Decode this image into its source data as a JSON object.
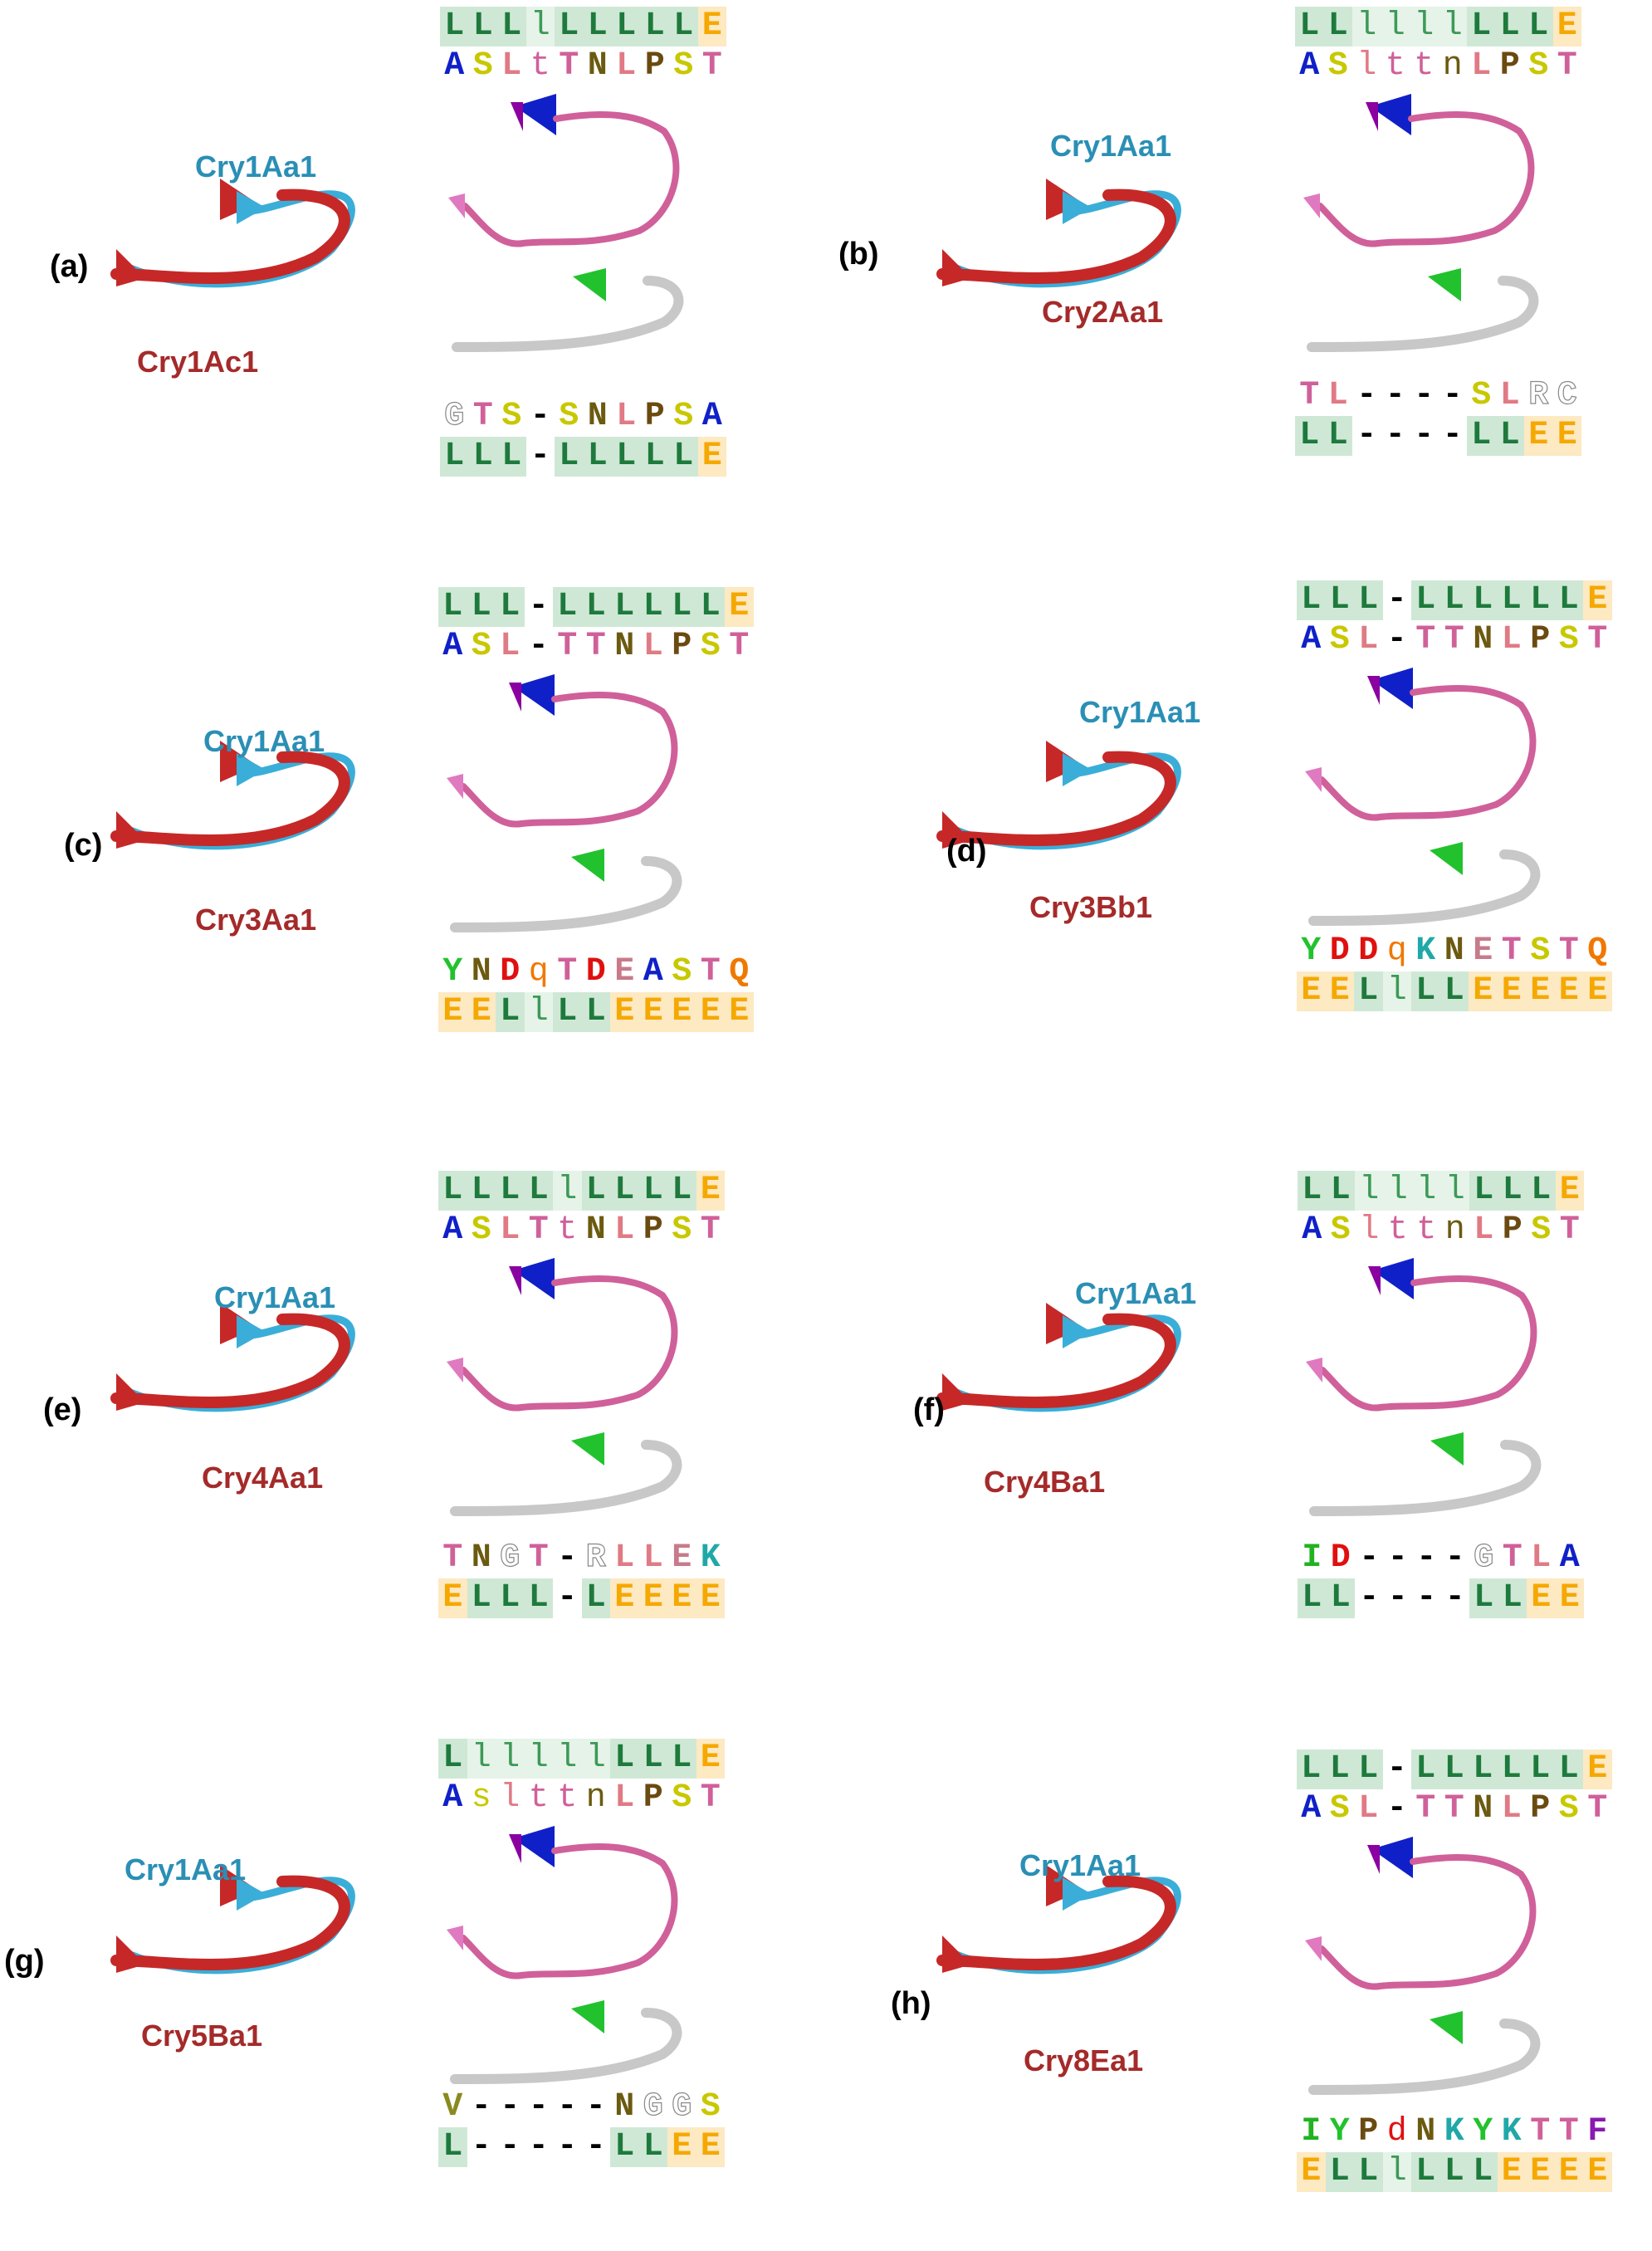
{
  "panels": [
    {
      "id": "a",
      "label": "(a)",
      "ref": "Cry1Aa1",
      "target": "Cry1Ac1",
      "top_ss": "LLLlLLLLLE",
      "top_aa": "ASLtTNLPST",
      "bot_aa": "GTS-SNLPSA",
      "bot_ss": "LLL-LLLLLE"
    },
    {
      "id": "b",
      "label": "(b)",
      "ref": "Cry1Aa1",
      "target": "Cry2Aa1",
      "top_ss": "LLllllLLLE",
      "top_aa": "ASlttnLPST",
      "bot_aa": "TL----SLRC",
      "bot_ss": "LL----LLEE"
    },
    {
      "id": "c",
      "label": "(c)",
      "ref": "Cry1Aa1",
      "target": "Cry3Aa1",
      "top_ss": "LLL-LLLLLLE",
      "top_aa": "ASL-TTNLPST",
      "bot_aa": "YNDqTDEASTQ",
      "bot_ss": "EELlLLEEEEE"
    },
    {
      "id": "d",
      "label": "(d)",
      "ref": "Cry1Aa1",
      "target": "Cry3Bb1",
      "top_ss": "LLL-LLLLLLE",
      "top_aa": "ASL-TTNLPST",
      "bot_aa": "YDDqKNETSTQ",
      "bot_ss": "EELlLLEEEEE"
    },
    {
      "id": "e",
      "label": "(e)",
      "ref": "Cry1Aa1",
      "target": "Cry4Aa1",
      "top_ss": "LLLLlLLLLE",
      "top_aa": "ASLTtNLPST",
      "bot_aa": "TNGT-RLLEK",
      "bot_ss": "ELLL-LEEEE"
    },
    {
      "id": "f",
      "label": "(f)",
      "ref": "Cry1Aa1",
      "target": "Cry4Ba1",
      "top_ss": "LLllllLLLE",
      "top_aa": "ASlttnLPST",
      "bot_aa": "ID----GTLA",
      "bot_ss": "LL----LLEE"
    },
    {
      "id": "g",
      "label": "(g)",
      "ref": "Cry1Aa1",
      "target": "Cry5Ba1",
      "top_ss": "LlllllLLLE",
      "top_aa": "AslttnLPST",
      "bot_aa": "V-----NGGS",
      "bot_ss": "L-----LLEE"
    },
    {
      "id": "h",
      "label": "(h)",
      "ref": "Cry1Aa1",
      "target": "Cry8Ea1",
      "top_ss": "LLL-LLLLLLE",
      "top_aa": "ASL-TTNLPST",
      "bot_aa": "IYPdNKYKTTF",
      "bot_ss": "ELLlLLLEEEE"
    }
  ],
  "colors": {
    "ref_ribbon": "#3aaed8",
    "target_ribbon": "#c62828",
    "ref_label": "#2a8fb5",
    "target_label": "#a52a2a",
    "ss_L": "#1e7a3c",
    "ss_l": "#3c9a56",
    "ss_E": "#f5a800",
    "aa": {
      "A": "#1020c8",
      "S": "#c8c800",
      "T": "#d0609a",
      "N": "#6b5a10",
      "L": "#e07a84",
      "P": "#6b4a10",
      "G": "#ffffff",
      "R": "#ffffff",
      "C": "#ffffff",
      "Y": "#22c22e",
      "D": "#e01010",
      "Q": "#f07800",
      "E": "#c87a8a",
      "K": "#20a8a8",
      "I": "#22b222",
      "F": "#8a1ab0",
      "V": "#8a8a20"
    }
  }
}
